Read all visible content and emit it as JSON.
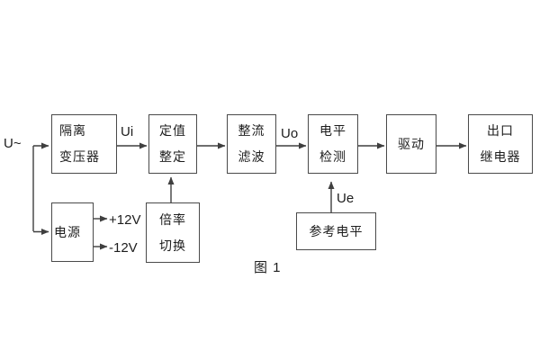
{
  "figure": {
    "caption": "图 1",
    "background": "#ffffff",
    "line_color": "#3f3f3f",
    "box_border_color": "#4a4a4a",
    "text_color": "#1d1d1d"
  },
  "blocks": {
    "isolation_transformer": {
      "lines": [
        "隔离",
        "变压器"
      ]
    },
    "setpoint_adjust": {
      "lines": [
        "定值",
        "整定"
      ]
    },
    "rectifier_filter": {
      "lines": [
        "整流",
        "滤波"
      ]
    },
    "level_detection": {
      "lines": [
        "电平",
        "检测"
      ]
    },
    "drive": {
      "label": "驱动"
    },
    "output_relay": {
      "lines": [
        "出口",
        "继电器"
      ]
    },
    "power_supply": {
      "label": "电源"
    },
    "ratio_switch": {
      "lines": [
        "倍率",
        "切换"
      ]
    },
    "reference_level": {
      "label": "参考电平"
    }
  },
  "signals": {
    "input": "U~",
    "ui": "Ui",
    "uo": "Uo",
    "ue": "Ue",
    "rail_pos": "+12V",
    "rail_neg": "-12V"
  }
}
